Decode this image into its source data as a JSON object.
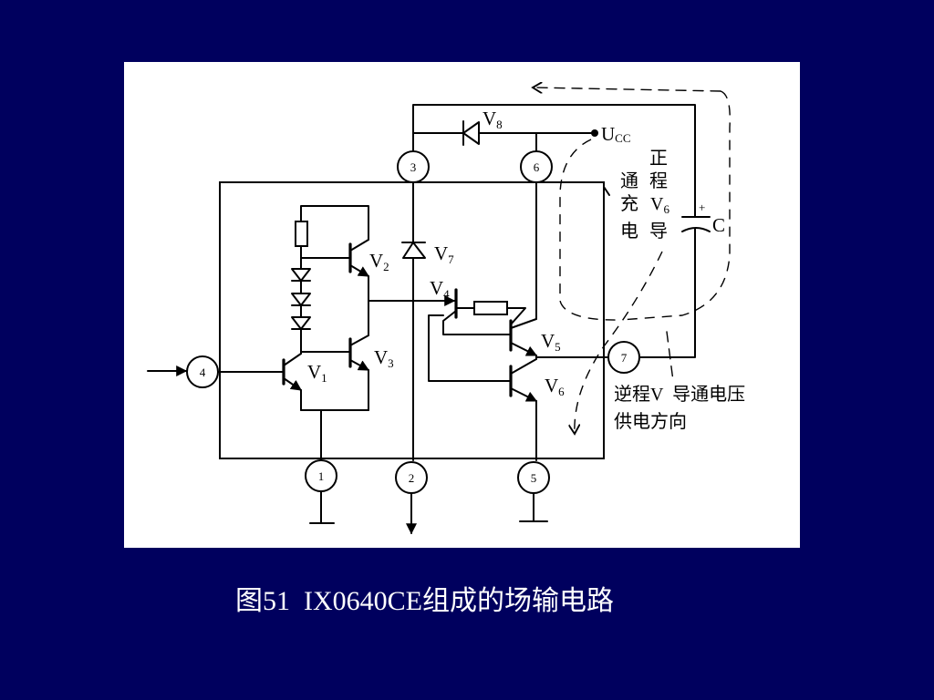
{
  "slide": {
    "colors": {
      "background": "#00005e",
      "panel": "#ffffff",
      "ink": "#000000",
      "caption_text": "#ffffff"
    }
  },
  "diagram": {
    "components": {
      "v1": {
        "main": "V",
        "sub": "1"
      },
      "v2": {
        "main": "V",
        "sub": "2"
      },
      "v3": {
        "main": "V",
        "sub": "3"
      },
      "v4": {
        "main": "V",
        "sub": "4"
      },
      "v5": {
        "main": "V",
        "sub": "5"
      },
      "v6": {
        "main": "V",
        "sub": "6"
      },
      "v7": {
        "main": "V",
        "sub": "7"
      },
      "v8": {
        "main": "V",
        "sub": "8"
      }
    },
    "supply": {
      "main": "U",
      "sub": "CC"
    },
    "capacitor": {
      "label": "C",
      "polarity": "+"
    },
    "pins": {
      "p1": "1",
      "p2": "2",
      "p3": "3",
      "p4": "4",
      "p5": "5",
      "p6": "6",
      "p7": "7"
    },
    "forward_note": {
      "right_column": [
        "正",
        "程"
      ],
      "right_v_main": "V",
      "right_v_sub": "6",
      "right_last": "导",
      "left_column": [
        "通",
        "充",
        "电"
      ]
    },
    "reverse_note": {
      "line1": "逆程V  导通电压",
      "line2": "供电方向"
    }
  },
  "caption": "图51  IX0640CE组成的场输电路"
}
